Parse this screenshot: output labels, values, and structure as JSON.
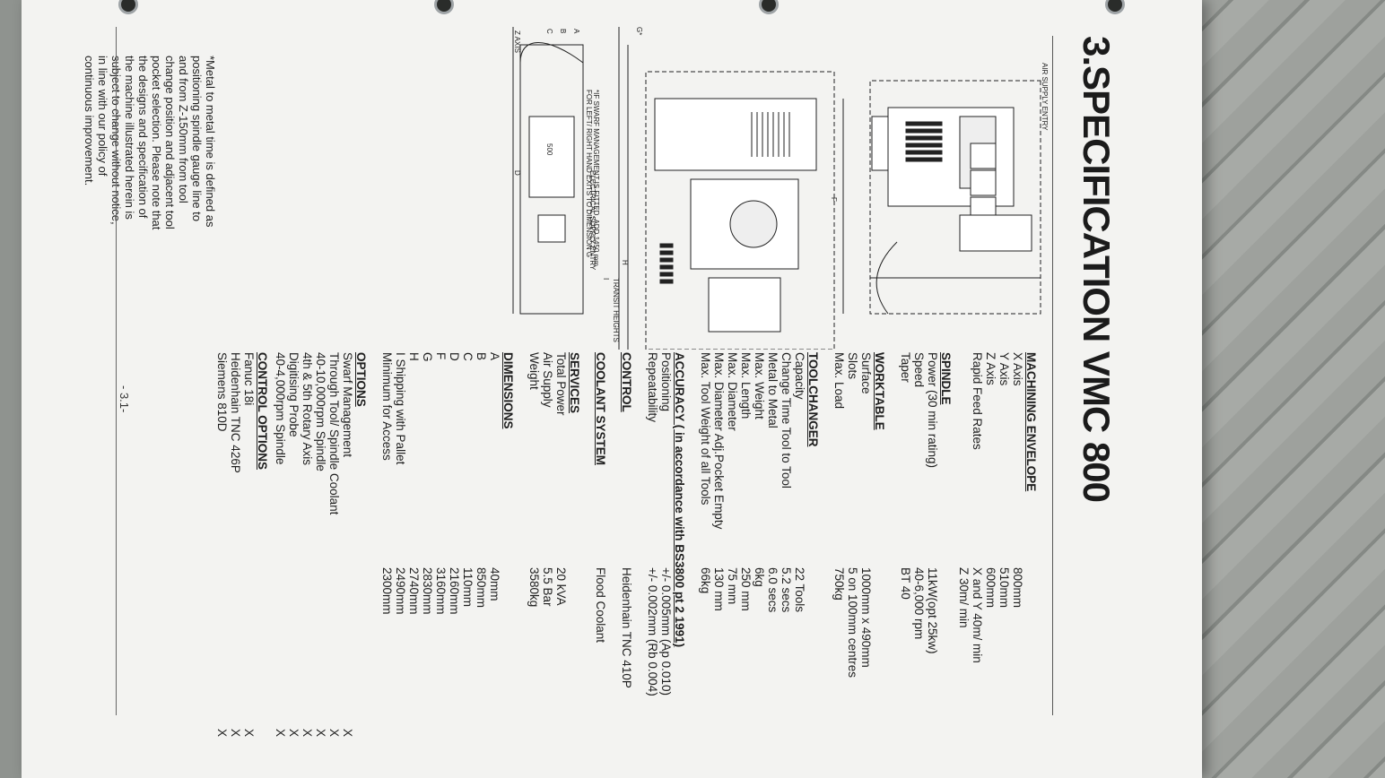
{
  "heading": "3.SPECIFICATION VMC 800",
  "page_number": "- 3.1-",
  "sections": {
    "machining_envelope": {
      "title": "MACHINING ENVELOPE",
      "rows": [
        {
          "label": "X Axis",
          "value": "800mm"
        },
        {
          "label": "Y Axis",
          "value": "510mm"
        },
        {
          "label": "Z Axis",
          "value": "600mm"
        },
        {
          "label": "Rapid Feed Rates",
          "value": "X and Y 40m/ min"
        },
        {
          "label": "",
          "value": "Z 30m/ min"
        }
      ]
    },
    "spindle": {
      "title": "SPINDLE",
      "rows": [
        {
          "label": "Power (30 min rating)",
          "value": "11kW(opt 25kw)"
        },
        {
          "label": "Speed",
          "value": "40-6,000 rpm"
        },
        {
          "label": "Taper",
          "value": "BT 40"
        }
      ]
    },
    "worktable": {
      "title": "WORKTABLE",
      "rows": [
        {
          "label": "Surface",
          "value": "1000mm x 490mm"
        },
        {
          "label": "Slots",
          "value": "5 on 100mm centres"
        },
        {
          "label": "Max. Load",
          "value": "750kg"
        }
      ]
    },
    "toolchanger": {
      "title": "TOOLCHANGER",
      "rows": [
        {
          "label": "Capacity",
          "value": "22 Tools"
        },
        {
          "label": "Change Time Tool to Tool",
          "value": "5.2 secs"
        },
        {
          "label": "Metal to Metal",
          "value": "6.0 secs"
        },
        {
          "label": "Max. Weight",
          "value": "6kg"
        },
        {
          "label": "Max. Length",
          "value": "250 mm"
        },
        {
          "label": "Max. Diameter",
          "value": "75 mm"
        },
        {
          "label": "Max. Diameter Adj.Pocket Empty",
          "value": "130 mm"
        },
        {
          "label": "Max. Tool Weight of all Tools",
          "value": "66kg"
        }
      ]
    },
    "accuracy": {
      "title": "ACCURACY ( in accordance with BS3800 pt 2 1991)",
      "rows": [
        {
          "label": "Positioning",
          "value": "+/- 0.005mm (Ap 0.010)"
        },
        {
          "label": "Repeatability",
          "value": "+/- 0.002mm (Rb 0.004)"
        }
      ]
    },
    "control": {
      "title": "CONTROL",
      "value": "Heidenhain TNC 410P"
    },
    "coolant": {
      "title": "COOLANT SYSTEM",
      "value": "Flood Coolant"
    },
    "services": {
      "title": "SERVICES",
      "rows": [
        {
          "label": "Total Power",
          "value": "20 kVA"
        },
        {
          "label": "Air Supply",
          "value": "5.5 Bar"
        },
        {
          "label": "Weight",
          "value": "3580kg"
        }
      ]
    },
    "dimensions": {
      "title": "DIMENSIONS",
      "rows": [
        {
          "label": "A",
          "value": "40mm"
        },
        {
          "label": "B",
          "value": "850mm"
        },
        {
          "label": "C",
          "value": "110mm"
        },
        {
          "label": "D",
          "value": "2160mm"
        },
        {
          "label": "F",
          "value": "3160mm"
        },
        {
          "label": "G",
          "value": "2830mm"
        },
        {
          "label": "H",
          "value": "2740mm"
        },
        {
          "label": "I  Shipping with Pallet",
          "value": "2490mm"
        },
        {
          "label": "Minimum for Access",
          "value": "2300mm"
        }
      ]
    },
    "options": {
      "title": "OPTIONS",
      "rows": [
        {
          "label": "Swarf Management",
          "mark": "X"
        },
        {
          "label": "Through Tool/ Spindle Coolant",
          "mark": "X"
        },
        {
          "label": "40-10,000rpm Spindle",
          "mark": "X"
        },
        {
          "label": "4th & 5th Rotary Axis",
          "mark": "X"
        },
        {
          "label": "Digitising Probe",
          "mark": "X"
        },
        {
          "label": "40-4,000rpm Spindle",
          "mark": "X"
        }
      ]
    },
    "control_options": {
      "title": "CONTROL OPTIONS",
      "rows": [
        {
          "label": "Fanuc 18i",
          "mark": "X"
        },
        {
          "label": "Heidenhain TNC 426P",
          "mark": "X"
        },
        {
          "label": "Siemens 810D",
          "mark": "X"
        }
      ]
    }
  },
  "drawing": {
    "air_supply_entry": "AIR SUPPLY ENTRY",
    "electrical_supply_entry": "ELECTRICAL SUPPLY ENTRY",
    "transit_heights": "TRANSIT HEIGHTS",
    "swarf_note_1": "*IF SWARF MANAGEMENT IS FITTED, ADD 1450 mm",
    "swarf_note_2": "FOR LEFT/ RIGHT HAND EXITS TO DIMENSION G",
    "dim_f": "F",
    "dim_h": "H",
    "dim_i": "I",
    "dim_g": "G*",
    "dim_d": "D",
    "dim_a": "A",
    "dim_b": "B",
    "dim_c": "C",
    "z_axis": "Z AXIS",
    "dim_500": "500"
  },
  "caption": "*Metal to metal time is defined as positioning spindle gauge line to and from Z-150mm from tool change position and adjacent tool pocket selection. Please note that the designs and specification of the machine illustrated herein is subject to change without notice, in line with our policy of continuous improvement."
}
